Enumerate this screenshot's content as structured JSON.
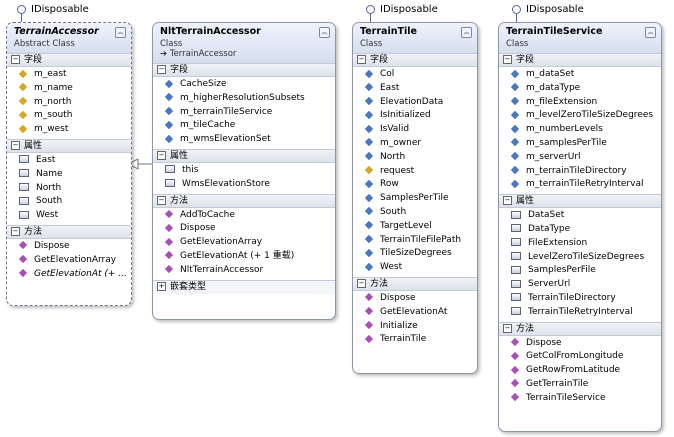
{
  "classes": {
    "terrain_accessor": {
      "interface": "IDisposable",
      "name": "TerrainAccessor",
      "kind": "Abstract Class",
      "fields_header": "字段",
      "fields": [
        "m_east",
        "m_name",
        "m_north",
        "m_south",
        "m_west"
      ],
      "props_header": "属性",
      "props": [
        "East",
        "Name",
        "North",
        "South",
        "West"
      ],
      "methods_header": "方法",
      "methods": [
        "Dispose",
        "GetElevationArray",
        "GetElevationAt (+ ..."
      ]
    },
    "nlt_terrain_accessor": {
      "interface": "",
      "name": "NltTerrainAccessor",
      "kind": "Class",
      "base": "➔ TerrainAccessor",
      "fields_header": "字段",
      "fields": [
        "CacheSize",
        "m_higherResolutionSubsets",
        "m_terrainTileService",
        "m_tileCache",
        "m_wmsElevationSet"
      ],
      "props_header": "属性",
      "props": [
        "this",
        "WmsElevationStore"
      ],
      "methods_header": "方法",
      "methods": [
        "AddToCache",
        "Dispose",
        "GetElevationArray",
        "GetElevationAt (+ 1 重载)",
        "NltTerrainAccessor"
      ],
      "nested_header": "嵌套类型"
    },
    "terrain_tile": {
      "interface": "IDisposable",
      "name": "TerrainTile",
      "kind": "Class",
      "fields_header": "字段",
      "fields": [
        "Col",
        "East",
        "ElevationData",
        "IsInitialized",
        "IsValid",
        "m_owner",
        "North",
        "request",
        "Row",
        "SamplesPerTile",
        "South",
        "TargetLevel",
        "TerrainTileFilePath",
        "TileSizeDegrees",
        "West"
      ],
      "methods_header": "方法",
      "methods": [
        "Dispose",
        "GetElevationAt",
        "Initialize",
        "TerrainTile"
      ]
    },
    "terrain_tile_service": {
      "interface": "IDisposable",
      "name": "TerrainTileService",
      "kind": "Class",
      "fields_header": "字段",
      "fields": [
        "m_dataSet",
        "m_dataType",
        "m_fileExtension",
        "m_levelZeroTileSizeDegrees",
        "m_numberLevels",
        "m_samplesPerTile",
        "m_serverUrl",
        "m_terrainTileDirectory",
        "m_terrainTileRetryInterval"
      ],
      "props_header": "属性",
      "props": [
        "DataSet",
        "DataType",
        "FileExtension",
        "LevelZeroTileSizeDegrees",
        "SamplesPerFile",
        "ServerUrl",
        "TerrainTileDirectory",
        "TerrainTileRetryInterval"
      ],
      "methods_header": "方法",
      "methods": [
        "Dispose",
        "GetColFromLongitude",
        "GetRowFromLatitude",
        "GetTerrainTile",
        "TerrainTileService"
      ]
    }
  },
  "colors": {
    "method_icon": "#a84fb7",
    "field_icon": "#4a78c0",
    "header_bg": "#d6deef"
  },
  "icons": {
    "field": "field-icon",
    "property": "property-icon",
    "method": "method-icon",
    "collapse": "collapse-icon",
    "interface": "interface-lollipop-icon"
  }
}
